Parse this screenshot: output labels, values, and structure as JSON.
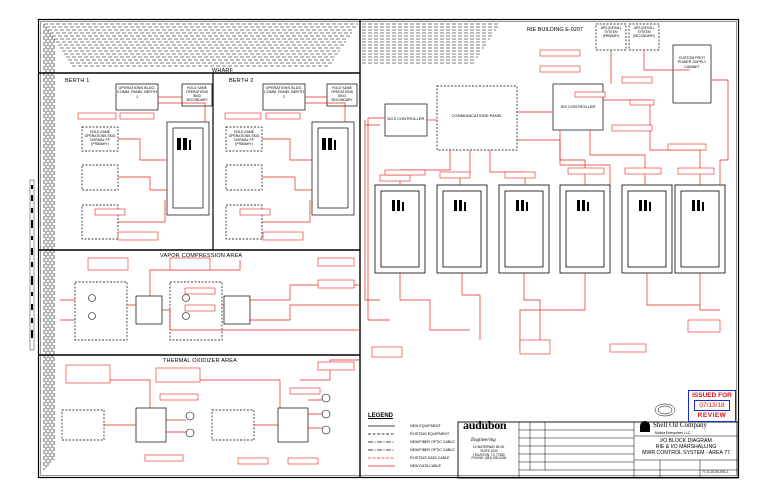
{
  "sheet": {
    "building_label": "RIE BUILDING E-0207",
    "areas": {
      "wharf": "WHARF",
      "berth1": "BERTH 1",
      "berth2": "BERTH 2",
      "vapor": "VAPOR COMPRESSION AREA",
      "thermal": "THERMAL OXIDIZER AREA"
    },
    "berth1_panels": {
      "ops": "OPERATIONS BLDG. COMM. PANEL BERTH 1",
      "hold_secondary": "HOLD SAME OPERATIONS SKID SECONDARY",
      "hold_primary": "HOLD SAME OPERATIONS SKID NORMAL FP (PRIMARY)"
    },
    "berth2_panels": {
      "ops": "OPERATIONS BLDG. COMM. PANEL BERTH 2",
      "hold_secondary": "HOLD SAME OPERATIONS SKID SECONDARY",
      "hold_primary": "HOLD SAME OPERATIONS SKID NORMAL FP (PRIMARY)"
    },
    "rie": {
      "dcs": "DCS CONTROLLER",
      "comm": "COMMUNICATIONS PANEL",
      "sis": "SIS CONTROLLER",
      "ups_primary": "UPS (INITIAL) SYSTEM (PRIMARY)",
      "ups_secondary": "UPS (INITIAL) SYSTEM (SECONDARY)",
      "power": "CUSTOM PROT POWER SUPPLY CABINET"
    }
  },
  "legend": {
    "title": "LEGEND",
    "items": [
      "NEW EQUIPMENT",
      "EXISTING EQUIPMENT",
      "NEW/FIBER OPTIC CABLE",
      "NEW/FIBER OPTIC CABLE",
      "EXISTING DATA CABLE",
      "NEW DATA CABLE"
    ]
  },
  "stamp": {
    "line1": "ISSUED FOR",
    "date": "07/13/18",
    "line3": "REVIEW"
  },
  "title_block": {
    "brand": "audubon",
    "brand_sub": "Engineering",
    "address": [
      "10 WATERWAY BLVD.",
      "SUITE 1000",
      "HOUSTON, TX 77380",
      "PHONE: (281) 000-0000"
    ],
    "company": "Shell Oil Company",
    "company_sub": "Motiva Enterprises LLC",
    "title_lines": [
      "I/O BLOCK DIAGRAM",
      "RIE & I/O MARSHALLING",
      "MWR CONTROL SYSTEM - AREA 77"
    ],
    "drawing_no": "77-X-10-00-001-1"
  },
  "colors": {
    "red_cable": "#e8241c",
    "stamp_blue": "#1a2bd6",
    "stamp_red": "#e01010",
    "line": "#000000"
  }
}
